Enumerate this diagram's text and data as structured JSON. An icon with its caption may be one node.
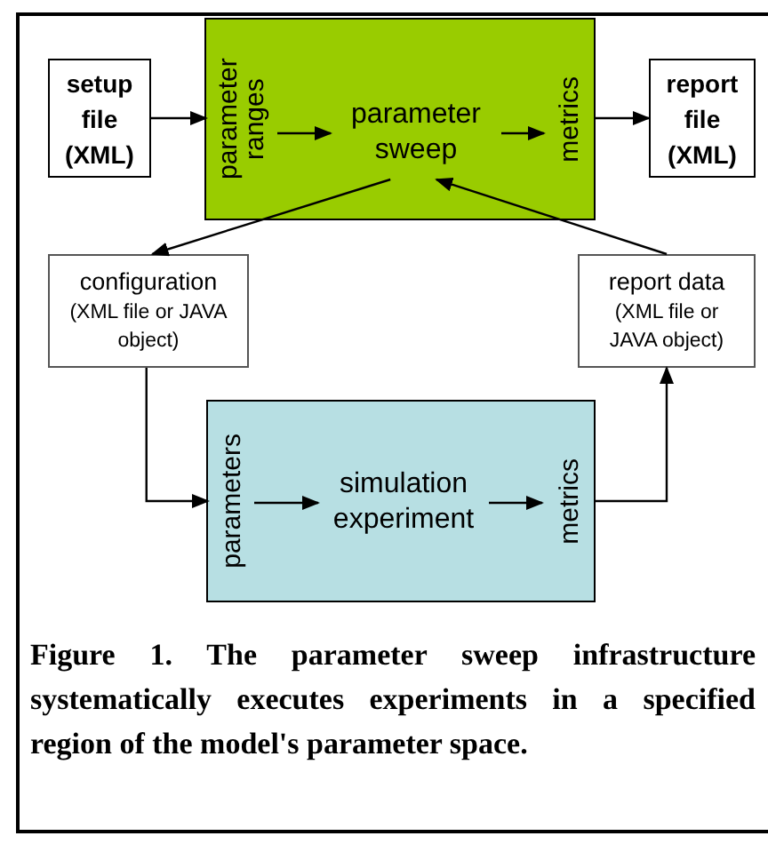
{
  "diagram": {
    "caption": "Figure 1. The parameter sweep infrastructure systematically executes experiments in a specified region of the model's parameter space.",
    "nodes": [
      {
        "text": [
          "setup file (XML)"
        ]
      },
      {
        "text": [],
        "shape": "box"
      },
      {
        "text": [
          "parameter ranges"
        ],
        "in": 1
      },
      {
        "text": [
          "parameter sweep"
        ],
        "in": 1
      },
      {
        "text": [
          "metrics"
        ],
        "in": 1
      },
      {
        "text": [
          "report file (XML)"
        ]
      },
      {
        "text": [
          "configuration",
          "(XML file or JAVA object)"
        ]
      },
      {
        "text": [
          "report data",
          "(XML file or JAVA object)"
        ]
      },
      {
        "text": [],
        "shape": "box"
      },
      {
        "text": [
          "parameters"
        ],
        "in": 8
      },
      {
        "text": [
          "simulation experiment"
        ],
        "in": 8
      },
      {
        "text": [
          "metrics"
        ],
        "in": 8
      }
    ],
    "edges": [
      {
        "from": 0,
        "to": 2,
        "arrow": "to"
      },
      {
        "from": 2,
        "to": 3,
        "arrow": "to"
      },
      {
        "from": 3,
        "to": 4,
        "arrow": "to"
      },
      {
        "from": 4,
        "to": 5,
        "arrow": "to"
      },
      {
        "from": 3,
        "to": 6,
        "arrow": "to"
      },
      {
        "from": 7,
        "to": 3,
        "arrow": "to"
      },
      {
        "from": 6,
        "to": 9,
        "arrow": "to"
      },
      {
        "from": 9,
        "to": 10,
        "arrow": "to"
      },
      {
        "from": 10,
        "to": 11,
        "arrow": "to"
      },
      {
        "from": 11,
        "to": 7,
        "arrow": "to"
      }
    ]
  }
}
